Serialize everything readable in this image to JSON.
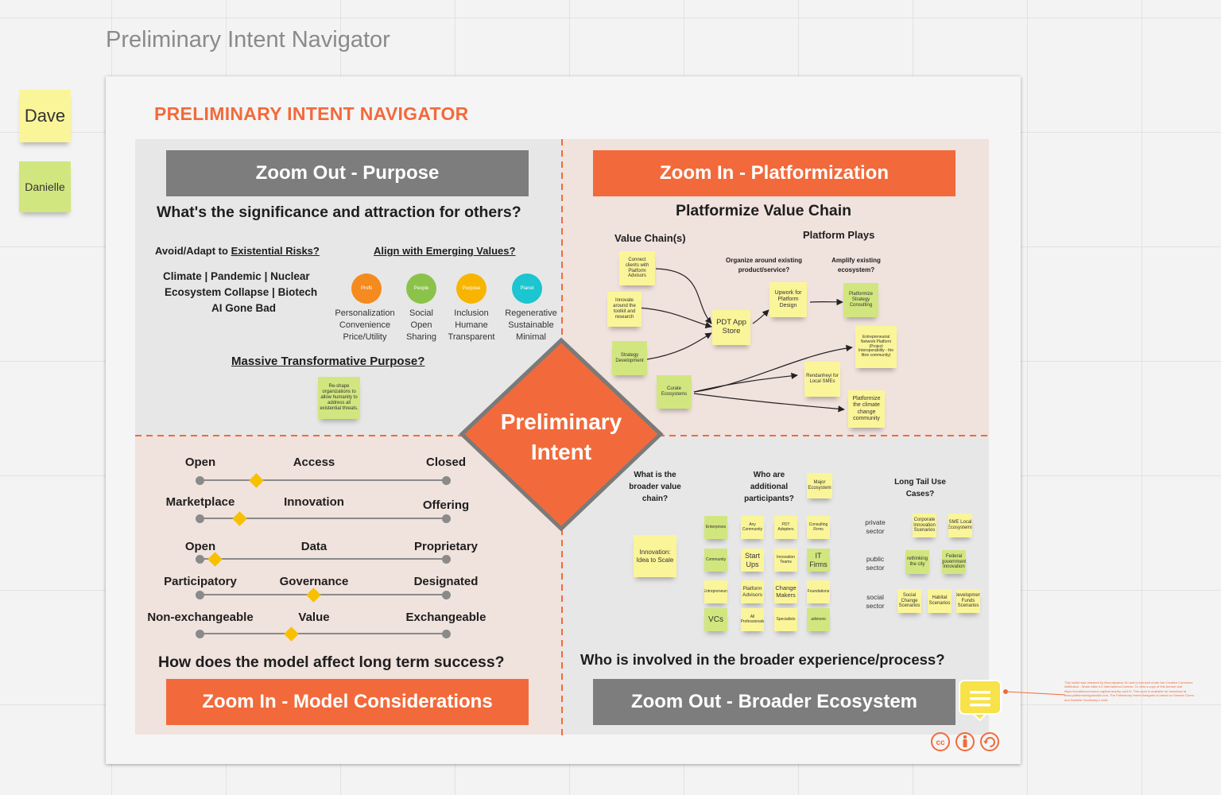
{
  "board_title": "Preliminary Intent Navigator",
  "side_notes": [
    "Dave",
    "Danielle"
  ],
  "heading": "PRELIMINARY INTENT NAVIGATOR",
  "center": {
    "line1": "Preliminary",
    "line2": "Intent"
  },
  "colors": {
    "orange": "#f26a3b",
    "gray": "#7d7d7d",
    "sticky_yellow": "#fbf599",
    "sticky_green": "#d2e67f",
    "knob": "#f7c000"
  },
  "purpose": {
    "banner": "Zoom Out - Purpose",
    "question": "What's the significance and attraction for others?",
    "risks_prefix": "Avoid/Adapt to ",
    "risks_link": "Existential Risks?",
    "values_link": "Align with Emerging Values?",
    "risks_lines": [
      "Climate | Pandemic | Nuclear",
      "Ecosystem Collapse | Biotech",
      "AI Gone Bad"
    ],
    "values": [
      {
        "dot": "Profit",
        "color": "#f58a1f",
        "lines": [
          "Personalization",
          "Convenience",
          "Price/Utility"
        ]
      },
      {
        "dot": "People",
        "color": "#8bc34a",
        "lines": [
          "Social",
          "Open",
          "Sharing"
        ]
      },
      {
        "dot": "Purpose",
        "color": "#f7b500",
        "lines": [
          "Inclusion",
          "Humane",
          "Transparent"
        ]
      },
      {
        "dot": "Planet",
        "color": "#1cc5cf",
        "lines": [
          "Regenerative",
          "Sustainable",
          "Minimal"
        ]
      }
    ],
    "mtp_link": "Massive Transformative Purpose?",
    "mtp_note": "Re-shape organizations to allow humanity to address all existential threats."
  },
  "platform": {
    "banner": "Zoom In - Platformization",
    "title": "Platformize Value Chain",
    "value_chains_label": "Value Chain(s)",
    "plays_label": "Platform Plays",
    "organize_label": [
      "Organize around existing",
      "product/service?"
    ],
    "amplify_label": [
      "Amplify existing",
      "ecosystem?"
    ],
    "notes": {
      "connect": "Connect clients with Platform Advisors",
      "innovate": "Innovate around the toolkit and research",
      "strategy": "Strategy Development",
      "curate": "Curate Ecosystems",
      "pdt": "PDT App Store",
      "upwork": "Upwork for Platform Design",
      "consulting": "Platformize Strategy Consulting",
      "entrepreneurial": "Entrepreneurial Network Platform (Project Interoperability - the fibre community)",
      "rendanheyi": "Rendanheyi for Local SMEs",
      "climate": "Platformize the climate change community"
    }
  },
  "model": {
    "banner": "Zoom In -  Model Considerations",
    "question": "How does the model affect long term success?",
    "sliders": [
      {
        "left": "Open",
        "mid": "Access",
        "right": "Closed",
        "value": 0.23
      },
      {
        "left": "Marketplace",
        "mid": "Innovation",
        "right": "Offering",
        "value": 0.16
      },
      {
        "left": "Open",
        "mid": "Data",
        "right": "Proprietary",
        "value": 0.06
      },
      {
        "left": "Participatory",
        "mid": "Governance",
        "right": "Designated",
        "value": 0.46
      },
      {
        "left": "Non-exchangeable",
        "mid": "Value",
        "right": "Exchangeable",
        "value": 0.37
      }
    ]
  },
  "ecosystem": {
    "banner": "Zoom Out - Broader Ecosystem",
    "question": "Who is involved in the broader experience/process?",
    "broader_label": [
      "What is the",
      "broader value",
      "chain?"
    ],
    "participants_label": [
      "Who are",
      "additional",
      "participants?"
    ],
    "longtail_label": [
      "Long Tail Use",
      "Cases?"
    ],
    "innovation_note": "Innovation: Idea to Scale",
    "major_note": "Major Ecosystem",
    "participants": [
      [
        "Enterprises",
        "Any Community",
        "PDT Adopters",
        "Consulting Firms"
      ],
      [
        "Community",
        "Start Ups",
        "Innovation Teams",
        "IT Firms"
      ],
      [
        "Entrepreneurs",
        "Platform Advisors",
        "Change Makers",
        "Foundations"
      ],
      [
        "VCs",
        "All Professionals",
        "Specialists",
        "advisors"
      ]
    ],
    "sectors": [
      {
        "label": [
          "private",
          "sector"
        ],
        "notes": [
          "Corporate Innovation Scenarios",
          "SME Local Ecosystems"
        ]
      },
      {
        "label": [
          "public",
          "sector"
        ],
        "notes": [
          "rethinking the city",
          "Federal government innovation"
        ]
      },
      {
        "label": [
          "social",
          "sector"
        ],
        "notes": [
          "Social Change Scenarios",
          "Habitat Scenarios",
          "Development Funds Scenarios"
        ]
      }
    ]
  },
  "license_text": "This toolkit was released by Boundaryless Srl and is licensed under the Creative Commons Attribution - Share Alike 4.0 International License. To view a copy of this license visit https://creativecommons.org/licenses/by-sa/4.0/. This work is available for download at www.platformdesigntoolkit.com. The Preliminary Intent Navigator is based on Simone Cicero and Danielle Yovolinsky's work.",
  "license_icons": [
    "cc",
    "by",
    "sa"
  ]
}
